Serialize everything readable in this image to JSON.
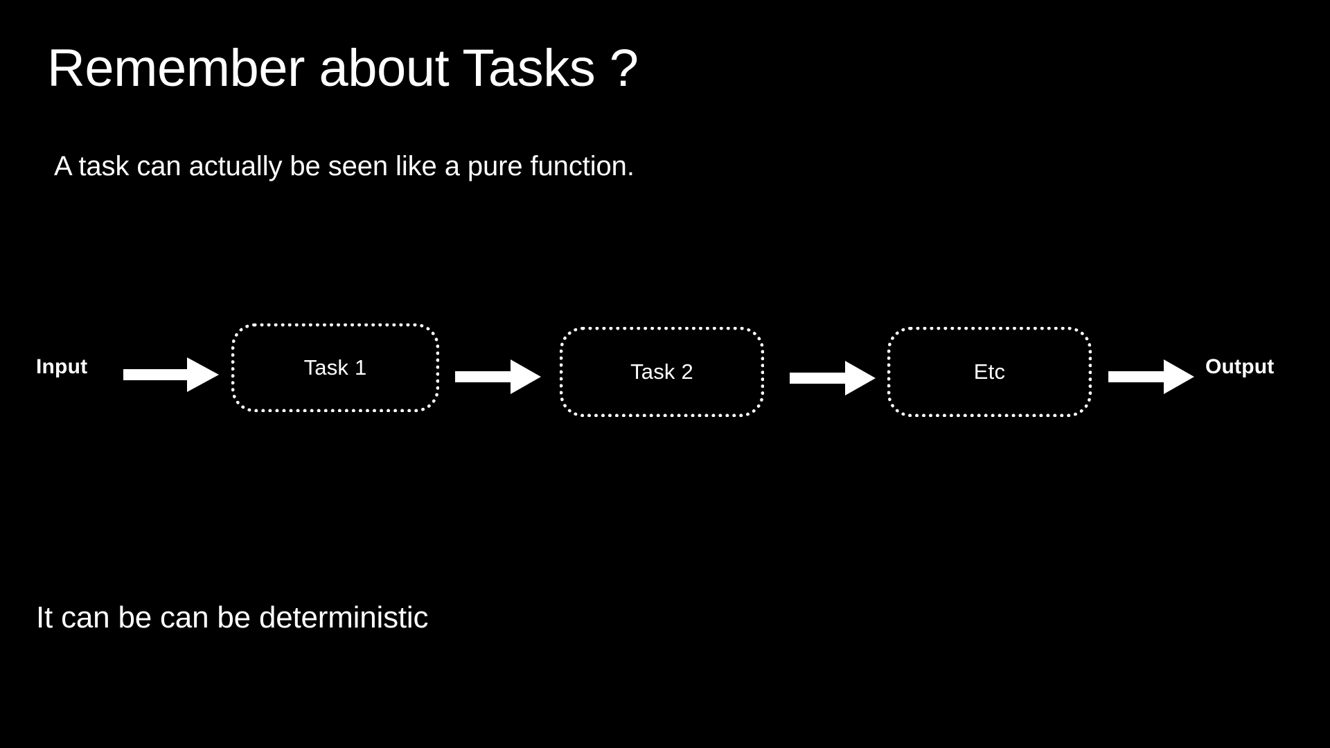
{
  "slide": {
    "background_color": "#000000",
    "text_color": "#ffffff",
    "title": "Remember about Tasks ?",
    "subtitle": "A task can actually be seen like a pure function.",
    "caption": "It can be can be deterministic"
  },
  "diagram": {
    "type": "pipeline",
    "start_label": "Input",
    "end_label": "Output",
    "nodes": [
      {
        "label": "Task 1"
      },
      {
        "label": "Task 2"
      },
      {
        "label": "Etc"
      }
    ],
    "arrows": [
      {
        "name": "arrow-input-to-task1"
      },
      {
        "name": "arrow-task1-to-task2"
      },
      {
        "name": "arrow-task2-to-etc"
      },
      {
        "name": "arrow-etc-to-output"
      }
    ],
    "node_border_style": "dotted",
    "node_border_color": "#ffffff",
    "arrow_color": "#ffffff"
  }
}
